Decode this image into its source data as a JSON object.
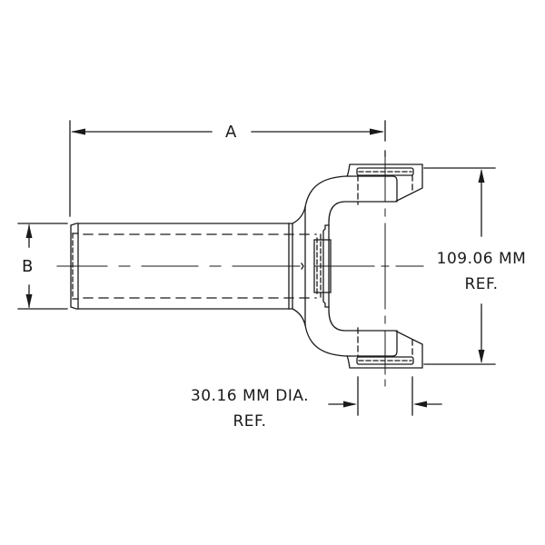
{
  "drawing": {
    "title": "End yoke shaft dimension drawing",
    "line_color": "#1a1a1a",
    "background": "#ffffff"
  },
  "dimensions": {
    "a": {
      "label": "A"
    },
    "b": {
      "label": "B"
    },
    "yoke_span": {
      "value": "109.06 MM",
      "note": "REF."
    },
    "bore_diameter": {
      "value": "30.16 MM DIA.",
      "note": "REF."
    }
  }
}
